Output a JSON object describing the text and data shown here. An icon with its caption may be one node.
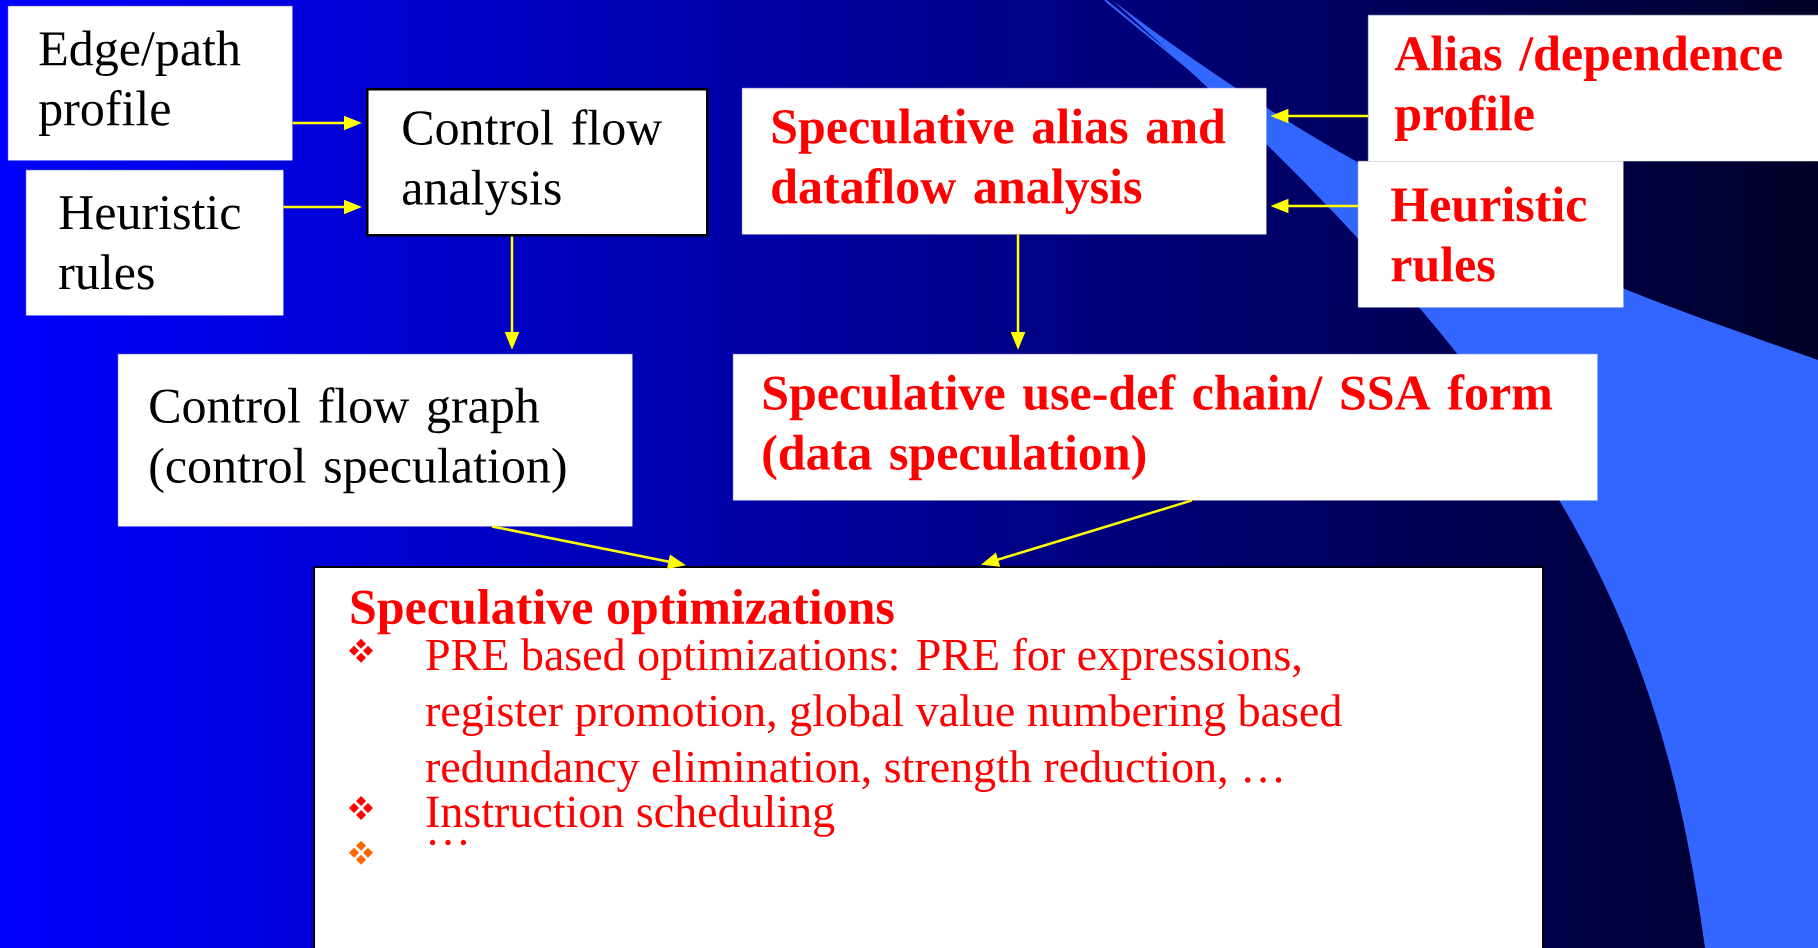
{
  "diagram": {
    "nodes": [
      {
        "text": [
          "Edge/path profile"
        ]
      },
      {
        "text": [
          "Heuristic rules"
        ]
      },
      {
        "text": [
          "Control flow analysis"
        ]
      },
      {
        "text": [
          "Speculative alias and dataflow analysis"
        ]
      },
      {
        "text": [
          "Alias /dependence profile"
        ]
      },
      {
        "text": [
          "Heuristic rules"
        ]
      },
      {
        "text": [
          "Control flow graph (control speculation)"
        ]
      },
      {
        "text": [
          "Speculative use-def chain/ SSA form (data speculation)"
        ]
      },
      {
        "text": [
          "Speculative optimizations",
          "PRE based optimizations: PRE for expressions, register promotion, global value numbering based redundancy elimination, strength reduction, …",
          "Instruction scheduling",
          "…"
        ]
      }
    ],
    "edges": [
      {
        "from": 0,
        "to": 2,
        "arrow": "to"
      },
      {
        "from": 1,
        "to": 2,
        "arrow": "to"
      },
      {
        "from": 2,
        "to": 6,
        "arrow": "to"
      },
      {
        "from": 4,
        "to": 3,
        "arrow": "to"
      },
      {
        "from": 5,
        "to": 3,
        "arrow": "to"
      },
      {
        "from": 3,
        "to": 7,
        "arrow": "to"
      },
      {
        "from": 6,
        "to": 8,
        "arrow": "to"
      },
      {
        "from": 7,
        "to": 8,
        "arrow": "to"
      }
    ]
  }
}
